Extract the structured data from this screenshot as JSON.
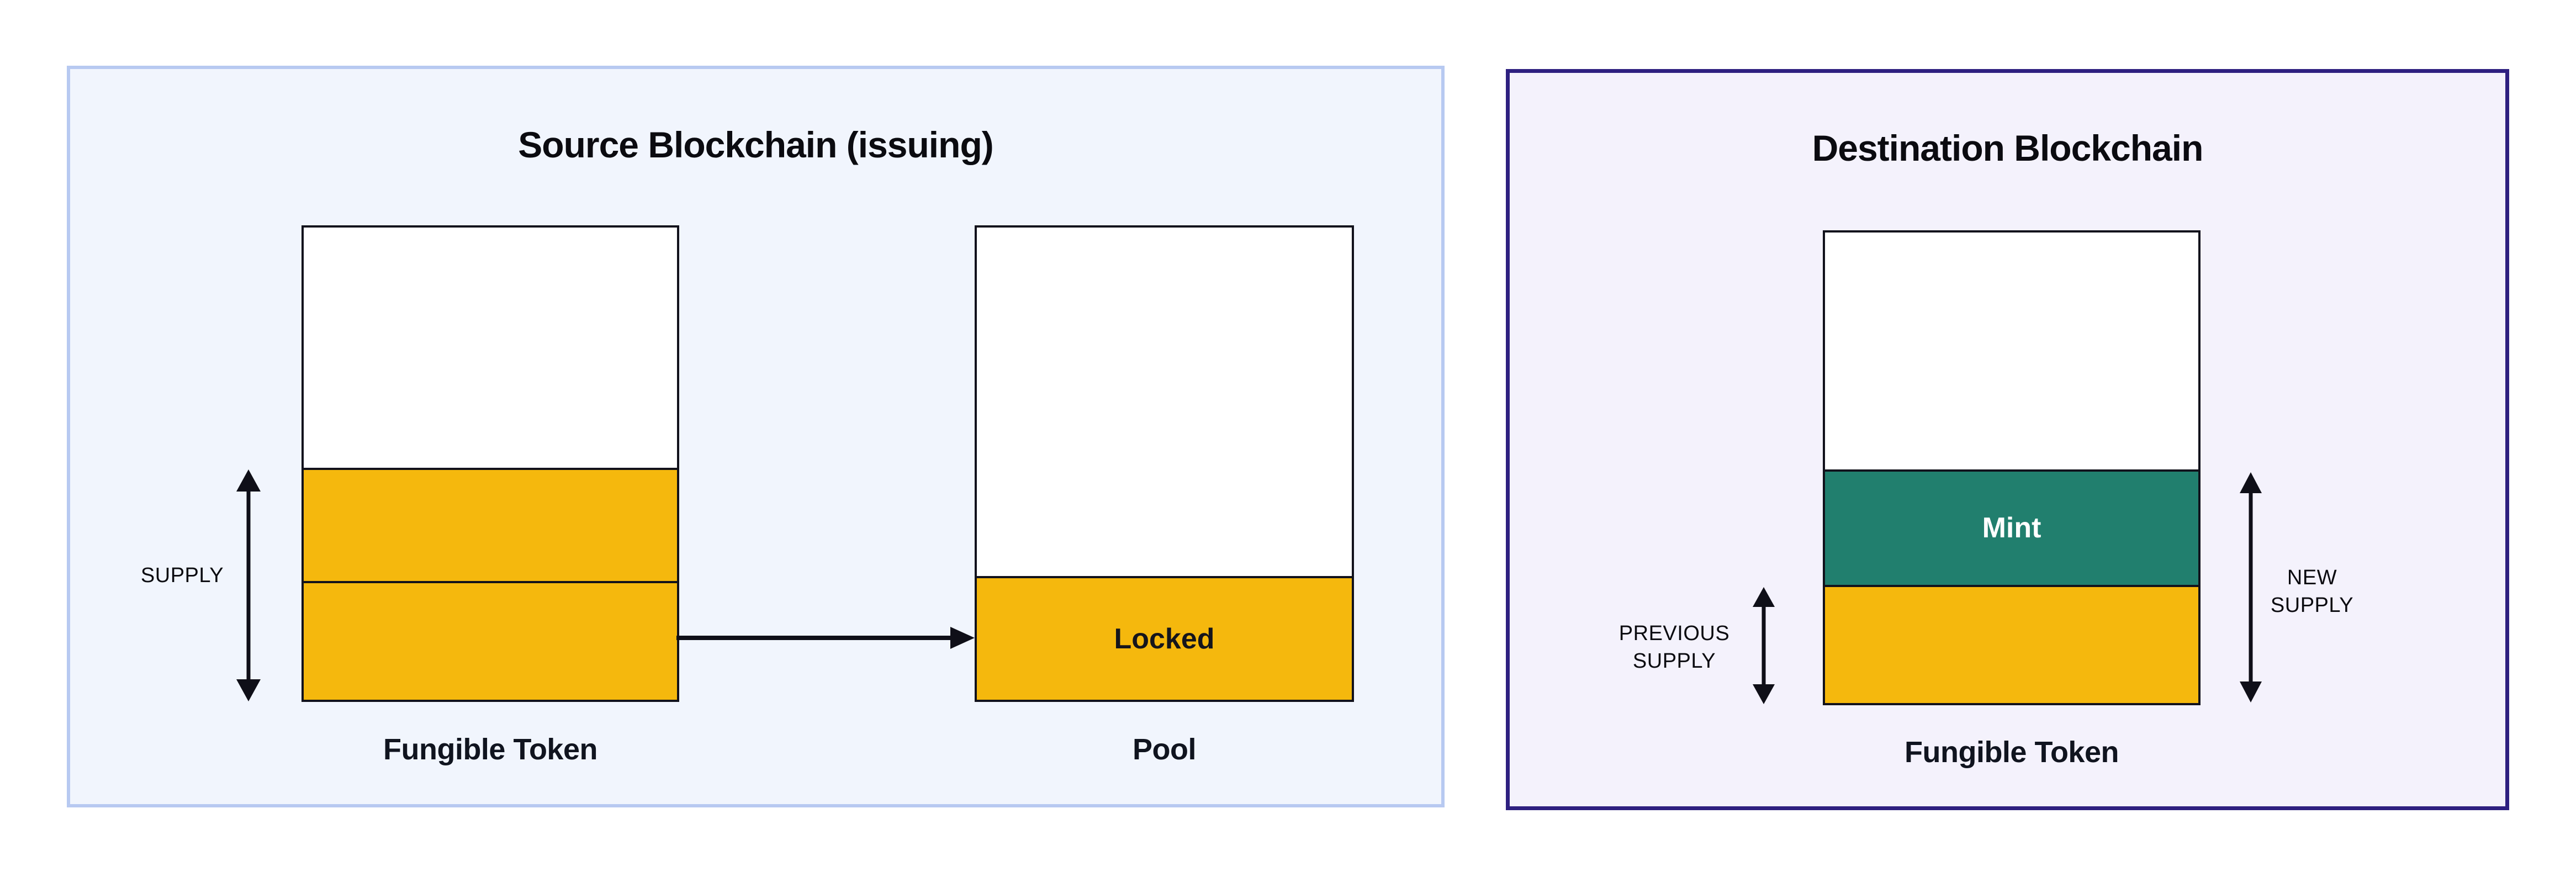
{
  "source_panel": {
    "title": "Source Blockchain (issuing)",
    "supply_arrow_label": "SUPPLY",
    "fungible_bar_label": "Fungible Token",
    "pool_bar_label": "Pool",
    "locked_segment_label": "Locked"
  },
  "destination_panel": {
    "title": "Destination Blockchain",
    "previous_supply_arrow_label": "PREVIOUS SUPPLY",
    "new_supply_arrow_label": "NEW SUPPLY",
    "fungible_bar_label": "Fungible Token",
    "mint_segment_label": "Mint"
  },
  "colors": {
    "token_fill": "#f5b80d",
    "mint_fill": "#217f6e",
    "source_panel_bg": "#f1f5fd",
    "source_panel_border": "#b7c9f1",
    "destination_panel_bg": "#f4f2fc",
    "destination_panel_border": "#2e2080",
    "bar_outline": "#12121c",
    "arrow_color": "#0f0f18",
    "text_color": "#0c0c12",
    "mint_text_color": "#ffffff"
  }
}
